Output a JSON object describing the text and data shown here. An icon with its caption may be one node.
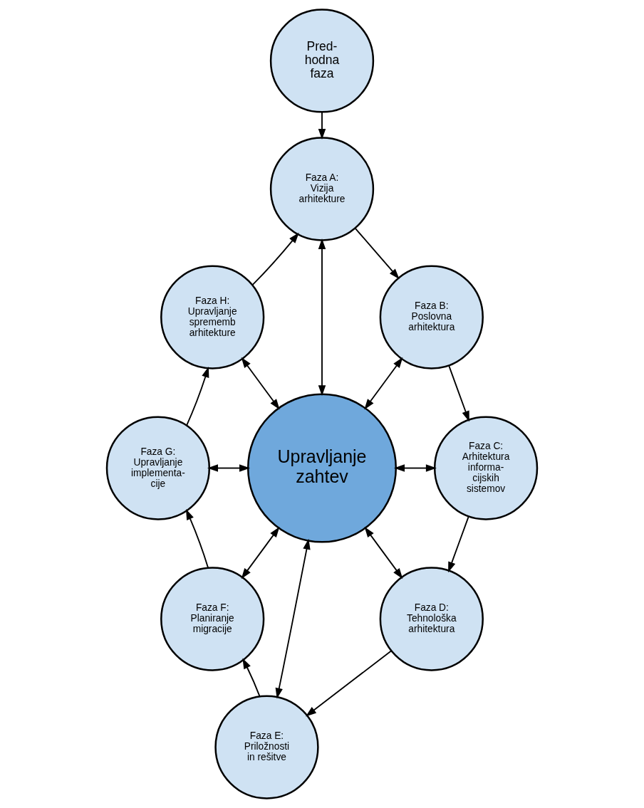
{
  "diagram": {
    "nodes": [
      {
        "text": [
          "Pred- hodna faza"
        ]
      },
      {
        "text": [
          "Faza A: Vizija arhitekture"
        ]
      },
      {
        "text": [
          "Faza B: Poslovna arhitektura"
        ]
      },
      {
        "text": [
          "Faza C: Arhitektura informa- cijskih sistemov"
        ]
      },
      {
        "text": [
          "Faza D: Tehnološka arhitektura"
        ]
      },
      {
        "text": [
          "Faza E: Priložnosti in rešitve"
        ]
      },
      {
        "text": [
          "Faza F: Planiranje migracije"
        ]
      },
      {
        "text": [
          "Faza G: Upravljanje implementa- cije"
        ]
      },
      {
        "text": [
          "Faza H: Upravljanje sprememb arhitekture"
        ]
      },
      {
        "text": [
          "Upravljanje zahtev"
        ]
      }
    ],
    "edges": [
      {
        "from": 0,
        "to": 1,
        "arrow": "to"
      },
      {
        "from": 1,
        "to": 2,
        "arrow": "to"
      },
      {
        "from": 2,
        "to": 3,
        "arrow": "to"
      },
      {
        "from": 3,
        "to": 4,
        "arrow": "to"
      },
      {
        "from": 4,
        "to": 5,
        "arrow": "to"
      },
      {
        "from": 5,
        "to": 6,
        "arrow": "to"
      },
      {
        "from": 6,
        "to": 7,
        "arrow": "to"
      },
      {
        "from": 7,
        "to": 8,
        "arrow": "to"
      },
      {
        "from": 8,
        "to": 1,
        "arrow": "to"
      },
      {
        "from": 1,
        "to": 9,
        "arrow": "both"
      },
      {
        "from": 2,
        "to": 9,
        "arrow": "both"
      },
      {
        "from": 9,
        "to": 3,
        "arrow": "both"
      },
      {
        "from": 9,
        "to": 4,
        "arrow": "both"
      },
      {
        "from": 9,
        "to": 5,
        "arrow": "both"
      },
      {
        "from": 9,
        "to": 6,
        "arrow": "both"
      },
      {
        "from": 7,
        "to": 9,
        "arrow": "both"
      },
      {
        "from": 8,
        "to": 9,
        "arrow": "both"
      }
    ]
  }
}
